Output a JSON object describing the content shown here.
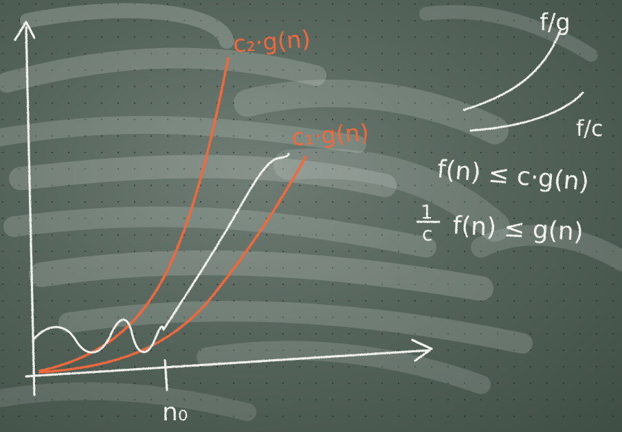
{
  "colors": {
    "board": "#4f5e55",
    "chalk_white": "#f2f2ee",
    "chalk_orange": "#f0693e"
  },
  "labels": {
    "upper_curve": "c₂·g(n)",
    "lower_curve": "c₁·g(n)",
    "threshold": "n₀",
    "f_over_g": "f/g",
    "f_over_c": "f/c",
    "ineq_1": "f(n) ≤ c·g(n)",
    "ineq_2_fraction_num": "1",
    "ineq_2_fraction_den": "c",
    "ineq_2_rest": "f(n) ≤ g(n)"
  }
}
